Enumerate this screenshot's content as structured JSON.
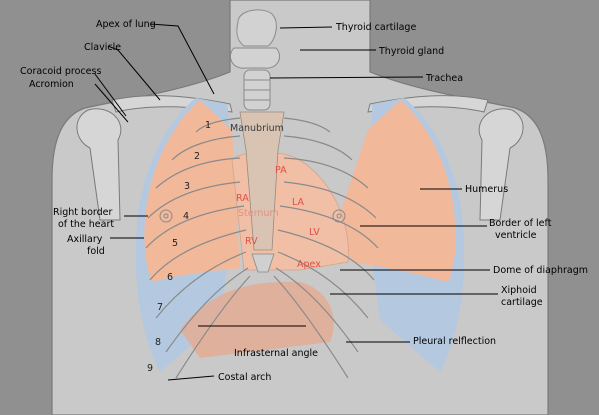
{
  "labels": {
    "apex_of_lung": "Apex of lung",
    "clavicle": "Clavicle",
    "coracoid_process": "Coracoid process",
    "acromion": "Acromion",
    "right_border_heart_1": "Right border",
    "right_border_heart_2": "of the heart",
    "axillary_fold_1": "Axillary",
    "axillary_fold_2": "fold",
    "thyroid_cartilage": "Thyroid cartilage",
    "thyroid_gland": "Thyroid gland",
    "trachea": "Trachea",
    "humerus": "Humerus",
    "border_left_ventricle_1": "Border of left",
    "border_left_ventricle_2": "ventricle",
    "dome_of_diaphragm": "Dome of diaphragm",
    "xiphoid_1": "Xiphoid",
    "xiphoid_2": "cartilage",
    "pleural_reflection": "Pleural relflection",
    "infrasternal_angle": "Infrasternal angle",
    "costal_arch": "Costal arch"
  },
  "inner_labels": {
    "manubrium": "Manubrium",
    "sternum": "Sternum"
  },
  "heart_labels": {
    "pa": "PA",
    "ra": "RA",
    "la": "LA",
    "lv": "LV",
    "rv": "RV",
    "apex": "Apex"
  },
  "rib_numbers": [
    "1",
    "2",
    "3",
    "4",
    "5",
    "6",
    "7",
    "8",
    "9"
  ],
  "colors": {
    "background": "#909090",
    "body": "#c9c9c9",
    "lung": "#f2b89a",
    "pleura": "#b4c8e0",
    "heart_text": "#e0504a"
  }
}
